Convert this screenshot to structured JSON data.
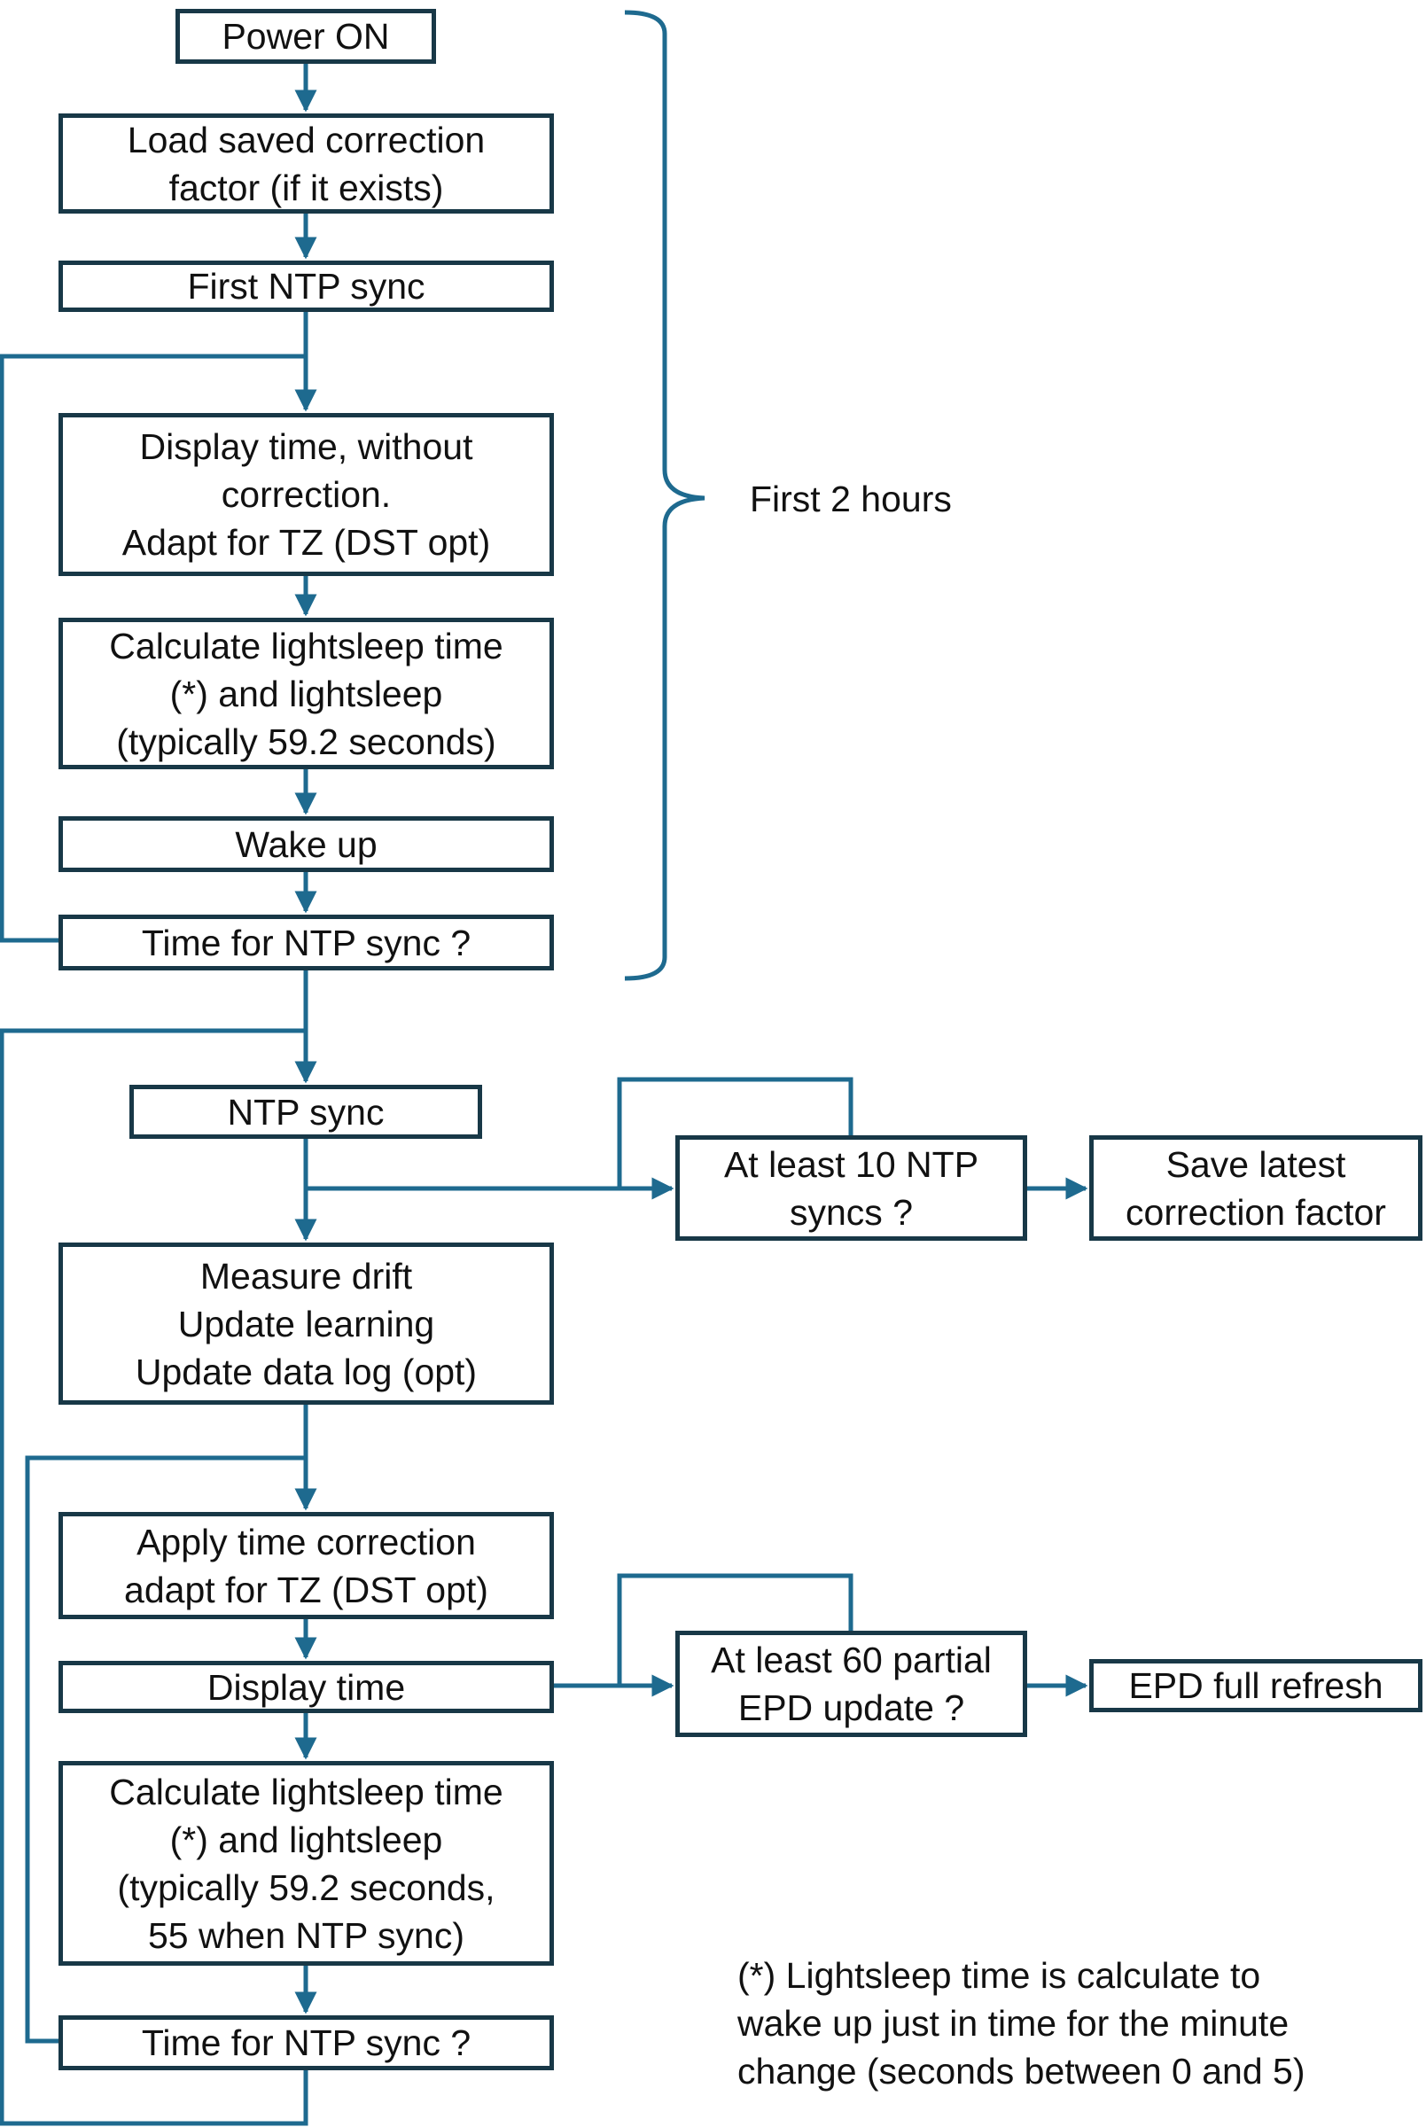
{
  "colors": {
    "box_border": "#183847",
    "connector": "#1e6a8f",
    "text": "#111111"
  },
  "nodes": {
    "power_on": "Power ON",
    "load_correction": "Load saved correction\nfactor (if it exists)",
    "first_ntp_sync": "First NTP sync",
    "display_no_correction": "Display time, without\ncorrection.\nAdapt for TZ (DST opt)",
    "calc_lightsleep_1": "Calculate lightsleep time\n(*) and lightsleep\n(typically 59.2 seconds)",
    "wake_up": "Wake up",
    "time_for_ntp_1": "Time for NTP sync ?",
    "ntp_sync": "NTP sync",
    "at_least_10": "At least 10 NTP\nsyncs ?",
    "save_latest": "Save latest\ncorrection factor",
    "measure_drift": "Measure drift\nUpdate learning\nUpdate data log (opt)",
    "apply_correction": "Apply time correction\nadapt for TZ (DST opt)",
    "display_time": "Display time",
    "at_least_60": "At least 60 partial\nEPD update ?",
    "epd_full_refresh": "EPD full refresh",
    "calc_lightsleep_2": "Calculate lightsleep time\n(*) and lightsleep\n(typically 59.2 seconds,\n55 when NTP sync)",
    "time_for_ntp_2": "Time for NTP sync ?"
  },
  "brace_label": "First 2 hours",
  "footnote": "(*) Lightsleep time is calculate to\nwake up just in time for the minute\nchange (seconds between 0 and 5)"
}
